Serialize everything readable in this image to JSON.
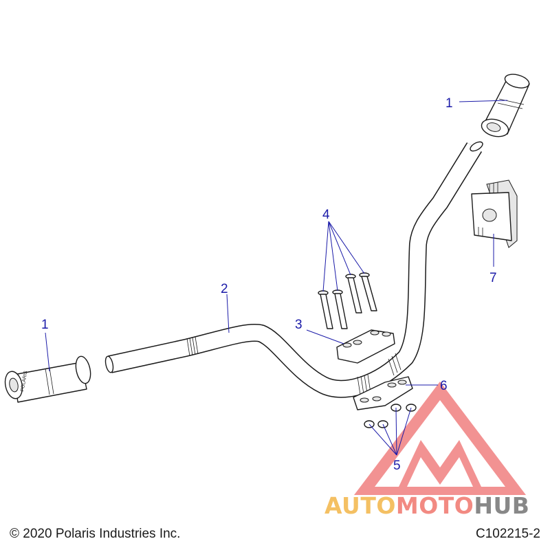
{
  "callouts": {
    "grip_right": "1",
    "grip_left": "1",
    "handlebar": "2",
    "upper_clamp": "3",
    "bolts": "4",
    "nuts": "5",
    "lower_clamp": "6",
    "switch_housing": "7"
  },
  "grip_text": "POLARIS",
  "footer": {
    "copyright": "© 2020 Polaris Industries Inc.",
    "diagram_id": "C102215-2"
  },
  "watermark": {
    "part1": "AUTO",
    "part2": "MOTO",
    "part3": "HUB",
    "colors": {
      "auto": "#f4c063",
      "moto": "#f28a82",
      "hub": "#888888",
      "triangle": "#ee6e6e"
    }
  }
}
